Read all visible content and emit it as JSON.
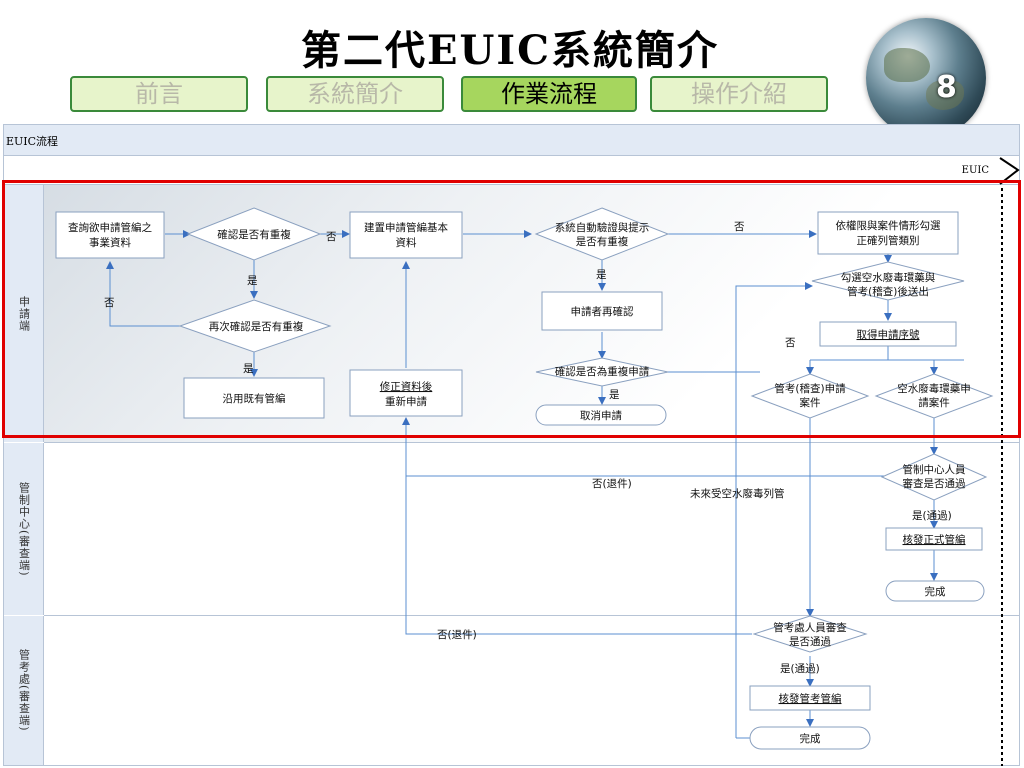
{
  "title": "第二代EUIC系統簡介",
  "tabs": [
    {
      "label": "前言",
      "active": false
    },
    {
      "label": "系統簡介",
      "active": false
    },
    {
      "label": "作業流程",
      "active": true
    },
    {
      "label": "操作介紹",
      "active": false
    }
  ],
  "page_number": "8",
  "diagram": {
    "header_title": "EUIC流程",
    "pool_label": "EUIC",
    "lanes": [
      "申請端",
      "管制中心(審查端)",
      "管考處(審查端)"
    ],
    "nodes": {
      "query": [
        "查詢欲申請管編之",
        "事業資料"
      ],
      "check_dup": [
        "確認是否有重複"
      ],
      "build_basic": [
        "建置申請管編基本",
        "資料"
      ],
      "auto_verify": [
        "系統自動驗證與提示",
        "是否有重複"
      ],
      "select_category": [
        "依權限與案件情形勾選",
        "正確列管類別"
      ],
      "recheck_dup": [
        "再次確認是否有重複"
      ],
      "use_existing": [
        "沿用既有管編"
      ],
      "modify_resubmit": [
        "修正資料後",
        "重新申請"
      ],
      "applicant_reconfirm": [
        "申請者再確認"
      ],
      "confirm_dup_apply": [
        "確認是否為重複申請"
      ],
      "cancel_apply": [
        "取消申請"
      ],
      "air_water_waste_send": [
        "勾選空水廢毒環藥與",
        "管考(稽查)後送出"
      ],
      "get_serial": [
        "取得申請序號"
      ],
      "audit_case": [
        "管考(稽查)申請",
        "案件"
      ],
      "env_case": [
        "空水廢毒環藥申",
        "請案件"
      ],
      "center_review": [
        "管制中心人員",
        "審查是否通過"
      ],
      "issue_official": [
        "核發正式管編"
      ],
      "done1": [
        "完成"
      ],
      "audit_review": [
        "管考處人員審查",
        "是否通過"
      ],
      "issue_audit": [
        "核發管考管編"
      ],
      "done2": [
        "完成"
      ]
    },
    "edge_labels": {
      "no": "否",
      "yes": "是",
      "return_no": "否(退件)",
      "pass_yes": "是(通過)",
      "future_not_listed": "未來受空水廢毒列管"
    }
  }
}
